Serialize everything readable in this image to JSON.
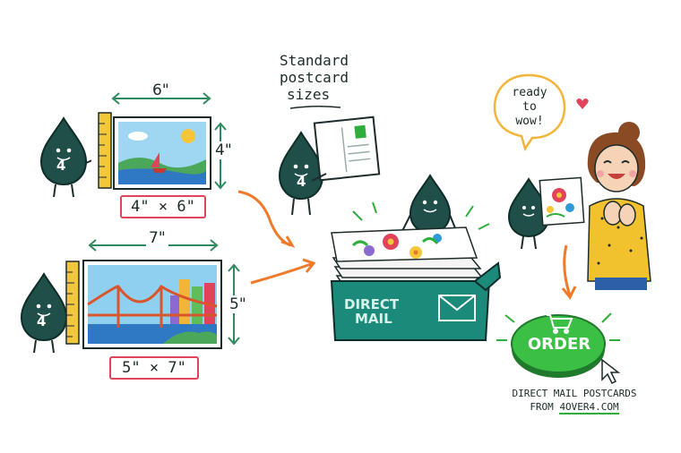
{
  "sizes": {
    "small": {
      "width_label": "6\"",
      "height_label": "4\"",
      "tag": "4\" × 6\""
    },
    "large": {
      "width_label": "7\"",
      "height_label": "5\"",
      "tag": "5\" × 7\""
    }
  },
  "heading": {
    "line1": "Standard",
    "line2": "postcard",
    "line3": "sizes"
  },
  "mascot_badge": "4",
  "box": {
    "line1": "DIRECT",
    "line2": "MAIL"
  },
  "speech_bubble": {
    "line1": "ready",
    "line2": "to",
    "line3": "wow!"
  },
  "order_button": {
    "label": "ORDER"
  },
  "footer": {
    "line1": "DIRECT MAIL POSTCARDS",
    "line2_prefix": "FROM ",
    "line2_link": "4OVER4.COM"
  },
  "colors": {
    "mascot": "#1f4f48",
    "box": "#1b8a7a",
    "order": "#2fae3d",
    "arrow": "#f07a2a",
    "tag_border": "#e0435a",
    "dimension_line": "#2e8a5e"
  },
  "icons": [
    "ruler-icon",
    "sailboat-icon",
    "sun-icon",
    "bridge-icon",
    "envelope-icon",
    "cart-icon",
    "cursor-icon",
    "heart-icon",
    "flower-icon"
  ]
}
